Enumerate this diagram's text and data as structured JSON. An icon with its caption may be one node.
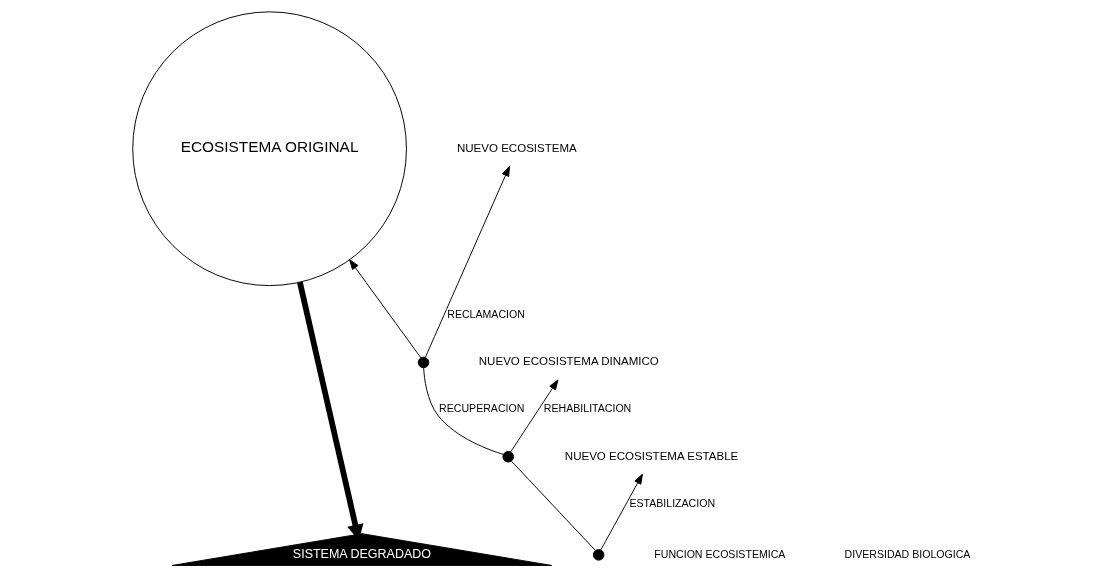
{
  "diagram": {
    "nodes": [
      {
        "text": [
          "SISTEMA DEGRADADO"
        ]
      },
      {
        "text": [],
        "shape": "circle"
      },
      {
        "text": [],
        "shape": "circle"
      },
      {
        "text": [],
        "shape": "circle"
      },
      {
        "text": [
          "NUEVO ECOSISTEMA ESTABLE"
        ]
      },
      {
        "text": [
          "NUEVO ECOSISTEMA DINAMICO"
        ]
      },
      {
        "text": [
          "ECOSISTEMA ORIGINAL"
        ]
      },
      {
        "text": [
          "NUEVO ECOSISTEMA"
        ]
      }
    ],
    "edges": [
      {
        "from": 1,
        "to": 4,
        "arrow": "to",
        "label": "ESTABILIZACION"
      },
      {
        "from": 2,
        "to": 5,
        "arrow": "to",
        "label": "REHABILITACION"
      },
      {
        "from": 1,
        "to": 2,
        "arrow": "none"
      },
      {
        "from": 2,
        "to": 3,
        "arrow": "none",
        "label": "RECUPERACION"
      },
      {
        "from": 3,
        "to": 6,
        "arrow": "to"
      },
      {
        "from": 3,
        "to": 7,
        "arrow": "to",
        "label": "RECLAMACION"
      },
      {
        "from": 6,
        "to": 0,
        "arrow": "to",
        "style": "thick"
      }
    ],
    "labels": [
      "FUNCION ECOSISTEMICA",
      "DIVERSIDAD BIOLOGICA"
    ]
  }
}
